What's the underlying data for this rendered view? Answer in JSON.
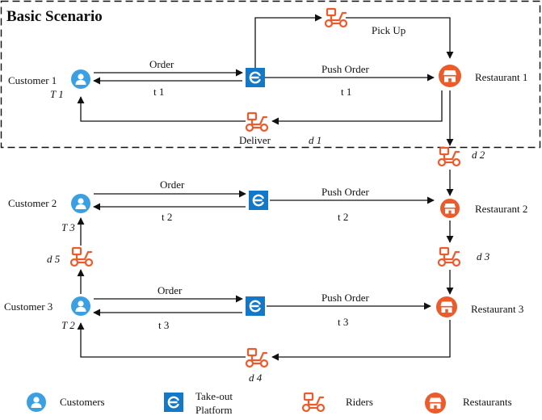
{
  "scenario": {
    "title": "Basic Scenario"
  },
  "colors": {
    "customer": "#3a9fe3",
    "platform": "#1478c8",
    "rider": "#ec5b2b",
    "restaurant": "#ec5b2b",
    "line": "#111111"
  },
  "icons": {
    "customer": "person-icon",
    "platform": "platform-logo-icon",
    "rider": "scooter-icon",
    "restaurant": "restaurant-icon"
  },
  "nodes": {
    "customer1": "Customer 1",
    "customer2": "Customer 2",
    "customer3": "Customer 3",
    "restaurant1": "Restaurant 1",
    "restaurant2": "Restaurant 2",
    "restaurant3": "Restaurant 3"
  },
  "edges": {
    "order": "Order",
    "push_order": "Push Order",
    "pick_up": "Pick Up",
    "deliver": "Deliver",
    "t1": "t 1",
    "t2": "t 2",
    "t3": "t 3",
    "T1": "T 1",
    "T2": "T 2",
    "T3": "T 3",
    "d1": "d 1",
    "d2": "d 2",
    "d3": "d 3",
    "d4": "d 4",
    "d5": "d 5"
  },
  "legend": {
    "customers": "Customers",
    "platform_line1": "Take-out",
    "platform_line2": "Platform",
    "riders": "Riders",
    "restaurants": "Restaurants"
  }
}
